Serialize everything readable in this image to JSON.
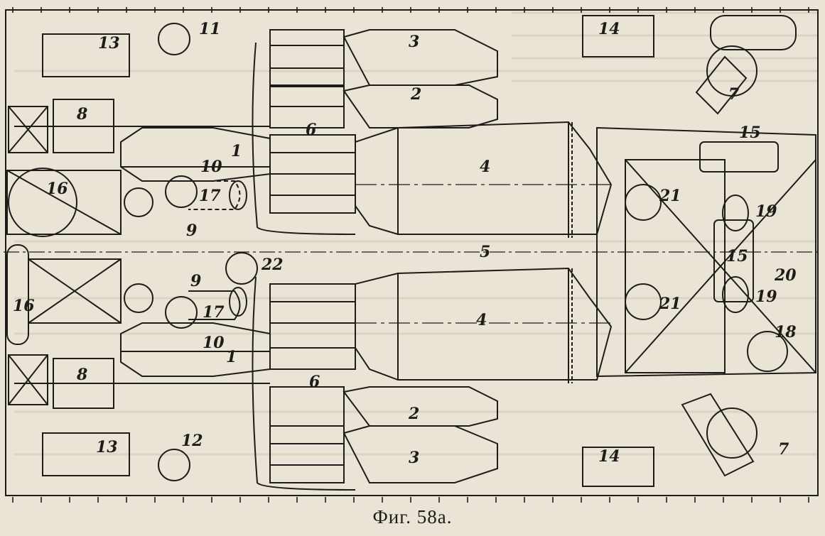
{
  "caption": "Фиг. 58а.",
  "colors": {
    "paper": "#e9e4d6",
    "ink": "#1e1c18",
    "ghost_text": "#b9b1a0"
  },
  "labels": {
    "n1": "1",
    "n2": "2",
    "n3": "3",
    "n4": "4",
    "n5": "5",
    "n6": "6",
    "n7": "7",
    "n8": "8",
    "n9": "9",
    "n10": "10",
    "n11": "11",
    "n12": "12",
    "n13": "13",
    "n14": "14",
    "n15": "15",
    "n16": "16",
    "n17": "17",
    "n18": "18",
    "n19": "19",
    "n20": "20",
    "n21": "21",
    "n22": "22"
  }
}
